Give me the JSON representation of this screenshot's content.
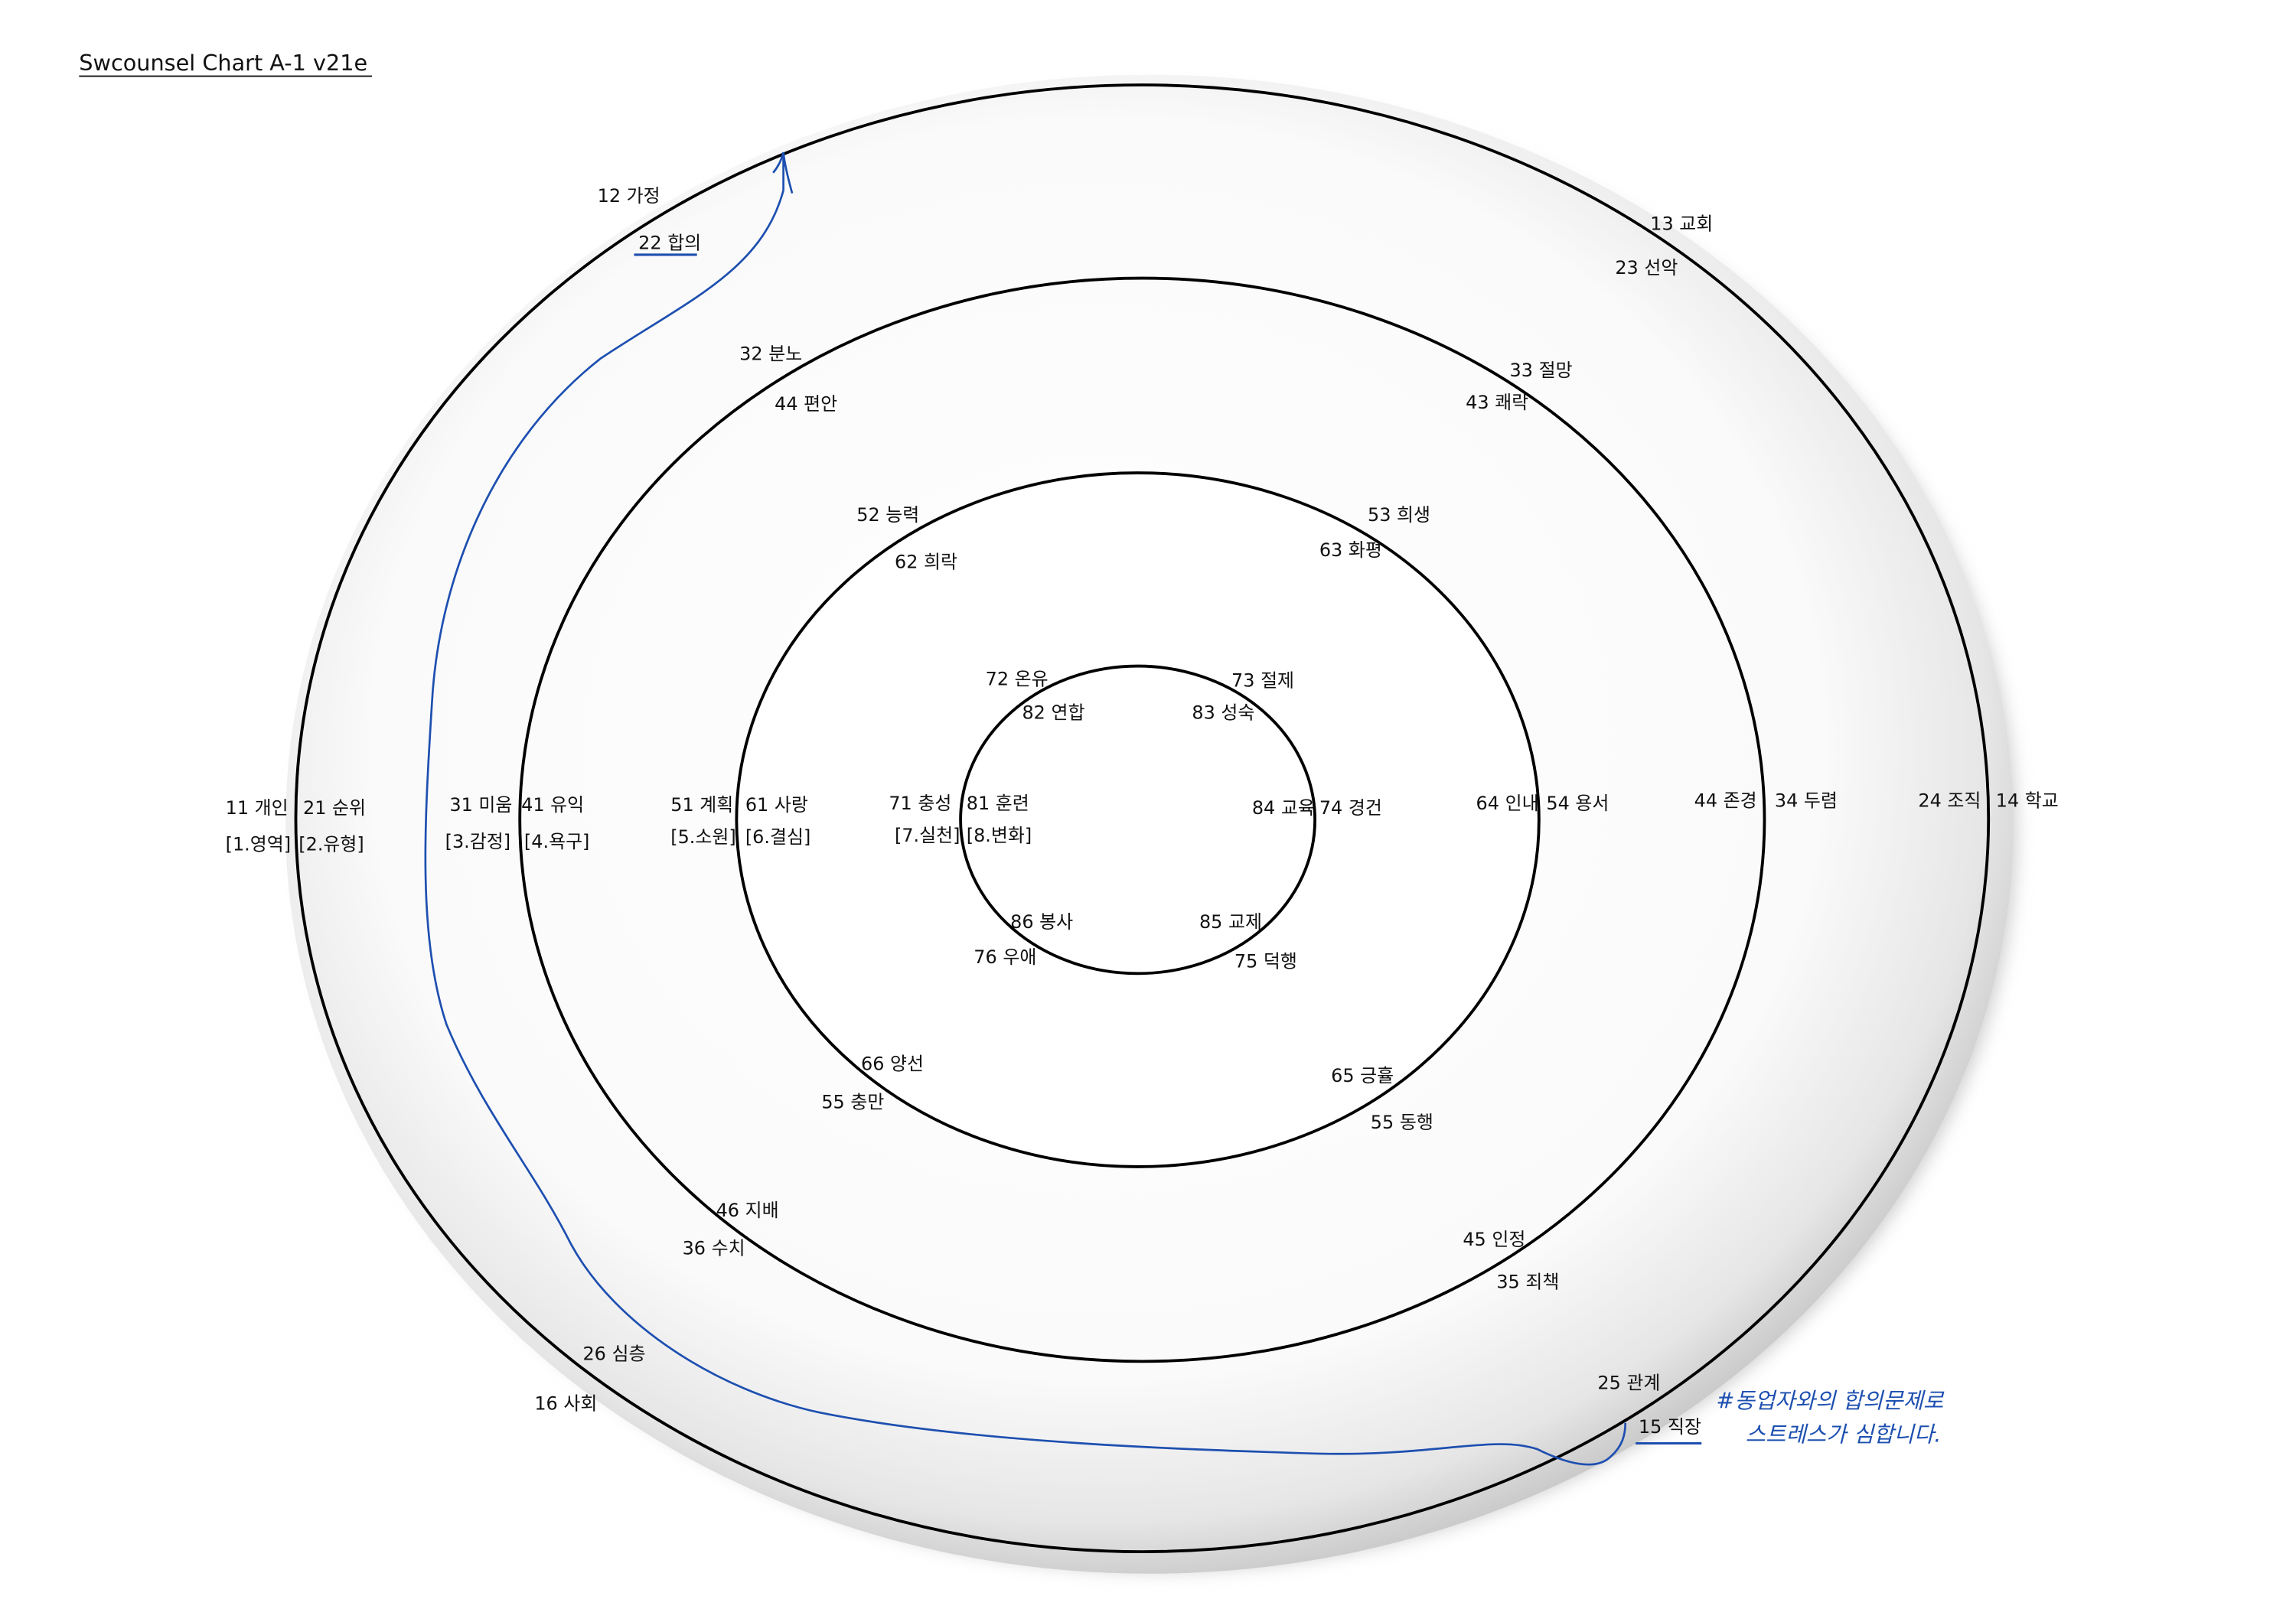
{
  "title": "Swcounsel Chart A-1 v21e",
  "labels": [
    "12 가정",
    "22 합의",
    "13 교회",
    "23 선악",
    "32 분노",
    "44 편안",
    "33 절망",
    "43 쾌락",
    "52 능력",
    "62 희락",
    "53 희생",
    "63 화평",
    "72 온유",
    "82 연합",
    "73 절제",
    "83 성숙",
    "11 개인",
    "21 순위",
    "[1.영역]",
    "[2.유형]",
    "31 미움",
    "41 유익",
    "[3.감정]",
    "[4.욕구]",
    "51 계획",
    "61 사랑",
    "[5.소원]",
    "[6.결심]",
    "71 충성",
    "81 훈련",
    "[7.실천]",
    "[8.변화]",
    "84 교육",
    "74 경건",
    "64 인내",
    "54 용서",
    "44 존경",
    "34 두렴",
    "24 조직",
    "14 학교",
    "86 봉사",
    "76 우애",
    "85 교제",
    "75 덕행",
    "66 양선",
    "55 충만",
    "65 긍휼",
    "55 동행",
    "46 지배",
    "36 수치",
    "45 인정",
    "35 죄책",
    "26 심층",
    "16 사회",
    "25 관계",
    "15 직장"
  ],
  "annotation": {
    "line1": "#동업자와의 합의문제로",
    "line2": "스트레스가 심합니다.",
    "color": "#1d4fb0"
  }
}
